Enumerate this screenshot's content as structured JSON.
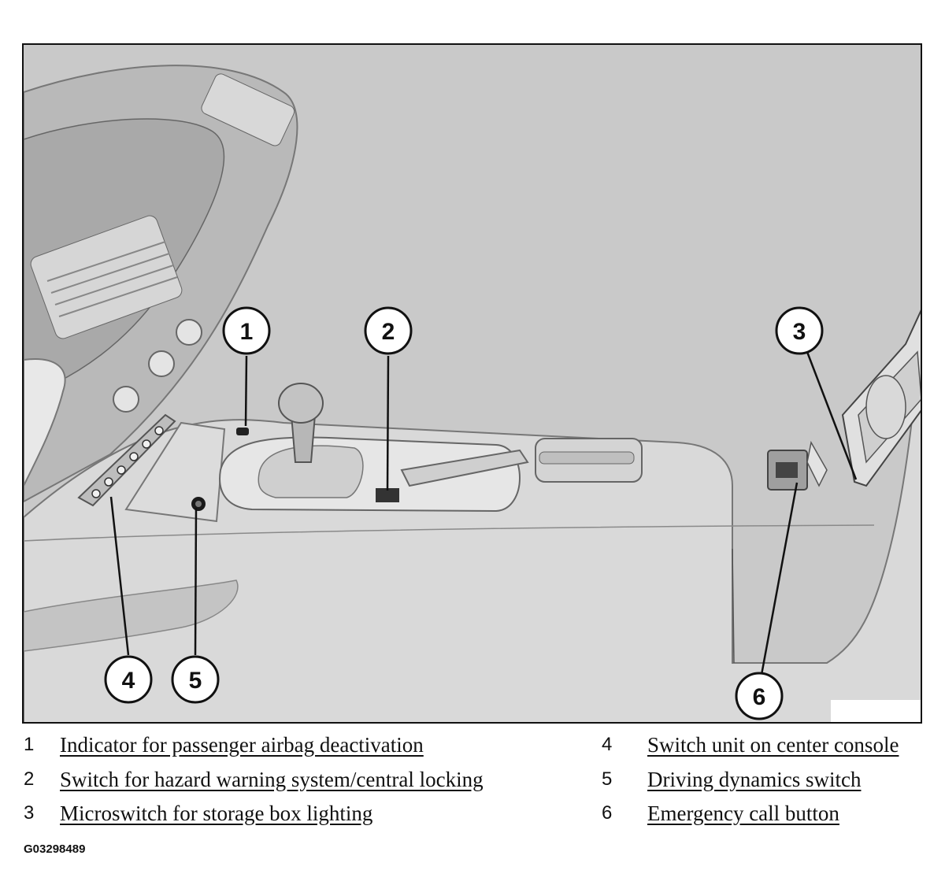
{
  "callouts": [
    "1",
    "2",
    "3",
    "4",
    "5",
    "6"
  ],
  "legend": [
    {
      "number": "1",
      "text": "Indicator for passenger airbag deactivation"
    },
    {
      "number": "2",
      "text": "Switch for hazard warning system/central locking"
    },
    {
      "number": "3",
      "text": "Microswitch for storage box lighting"
    },
    {
      "number": "4",
      "text": "Switch unit on center console"
    },
    {
      "number": "5",
      "text": "Driving dynamics switch"
    },
    {
      "number": "6",
      "text": "Emergency call button"
    }
  ],
  "figure_id": "G03298489"
}
